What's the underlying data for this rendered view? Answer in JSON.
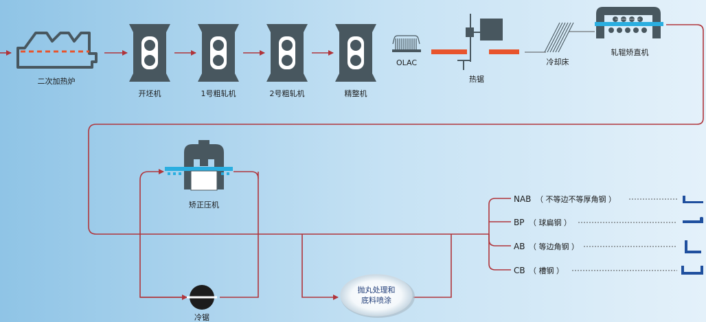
{
  "colors": {
    "flow_line": "#b0343a",
    "machine": "#48575f",
    "hot_plate": "#e8542c",
    "cool_strip": "#2aaee0",
    "dotted": "#555555",
    "badge_text": "#1f3c78",
    "profile": "#1f4f9e"
  },
  "stations": {
    "reheat_furnace": "二次加热炉",
    "breakdown_mill": "开坯机",
    "rough_mill_1": "1号粗轧机",
    "rough_mill_2": "2号粗轧机",
    "finishing_mill": "精整机",
    "olac": "OLAC",
    "hot_saw": "热锯",
    "cooling_bed": "冷却床",
    "roller_straightener": "轧辊矫直机",
    "press_straightener": "矫正压机",
    "cold_saw": "冷锯",
    "shot_blast_line1": "抛丸处理和",
    "shot_blast_line2": "底料喷涂"
  },
  "products": [
    {
      "code": "NAB",
      "name": "（ 不等边不等厚角钢 ）",
      "icon": "unequal-angle-profile-icon"
    },
    {
      "code": "BP",
      "name": "（ 球扁钢 ）",
      "icon": "bulb-flat-profile-icon"
    },
    {
      "code": "AB",
      "name": "（ 等边角钢 ）",
      "icon": "equal-angle-profile-icon"
    },
    {
      "code": "CB",
      "name": "（ 槽钢 ）",
      "icon": "channel-profile-icon"
    }
  ]
}
